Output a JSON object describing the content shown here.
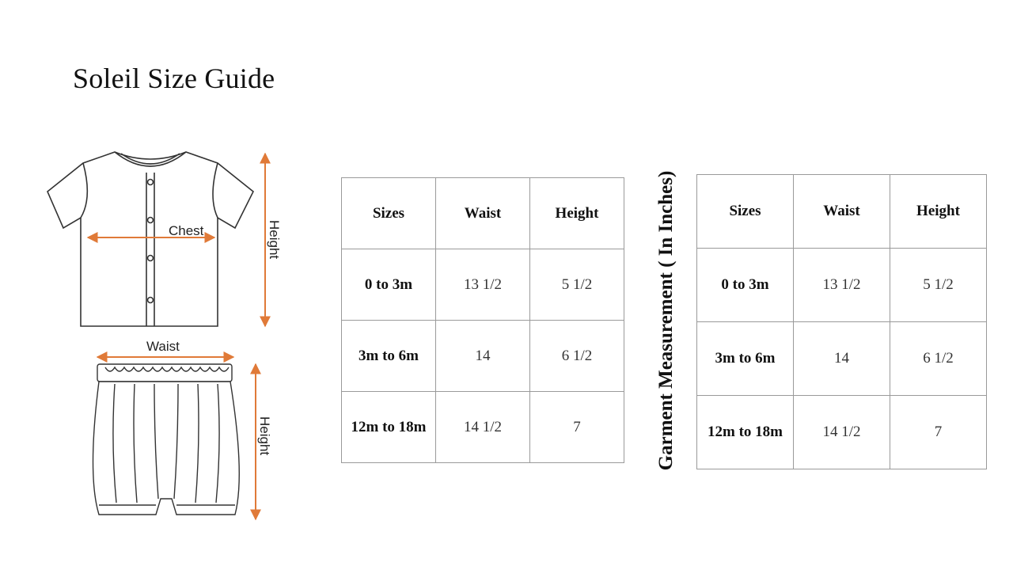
{
  "title": "Soleil Size Guide",
  "illustration": {
    "shirt_chest_label": "Chest",
    "shirt_height_label": "Height",
    "shorts_waist_label": "Waist",
    "shorts_height_label": "Height",
    "arrow_color": "#e07a38"
  },
  "measurement_caption": "Garment Measurement ( In Inches)",
  "table_a": {
    "headers": [
      "Sizes",
      "Waist",
      "Height"
    ],
    "rows": [
      [
        "0  to 3m",
        "13 1/2",
        "5 1/2"
      ],
      [
        "3m to 6m",
        "14",
        "6 1/2"
      ],
      [
        "12m to 18m",
        "14 1/2",
        "7"
      ]
    ]
  },
  "table_b": {
    "headers": [
      "Sizes",
      "Waist",
      "Height"
    ],
    "rows": [
      [
        "0  to 3m",
        "13 1/2",
        "5 1/2"
      ],
      [
        "3m to 6m",
        "14",
        "6 1/2"
      ],
      [
        "12m to 18m",
        "14 1/2",
        "7"
      ]
    ]
  }
}
